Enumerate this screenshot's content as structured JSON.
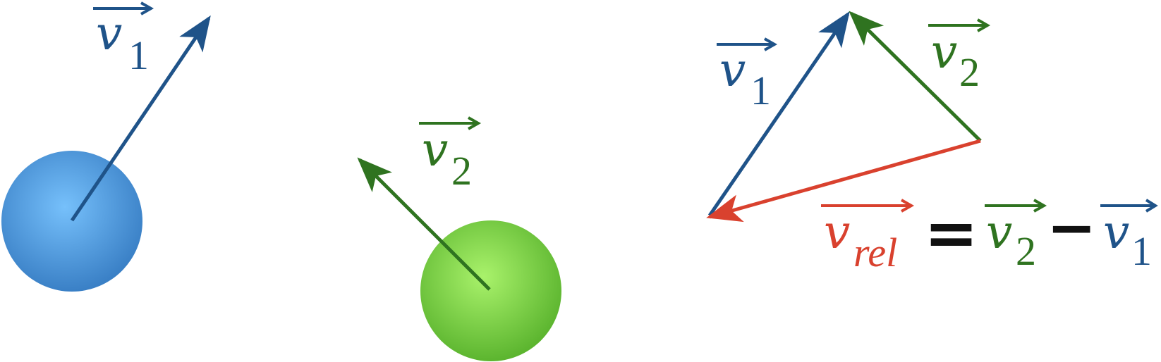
{
  "colors": {
    "v1": "#1f5389",
    "v2": "#2f7320",
    "rel": "#d9412e",
    "black": "#111111",
    "ball1_light": "#76c0fb",
    "ball1_dark": "#3a80c6",
    "ball2_light": "#a9f26b",
    "ball2_dark": "#5cb52f"
  },
  "labels": {
    "v": "v",
    "one": "1",
    "two": "2",
    "rel": "rel",
    "equals": "=",
    "minus": "−"
  }
}
